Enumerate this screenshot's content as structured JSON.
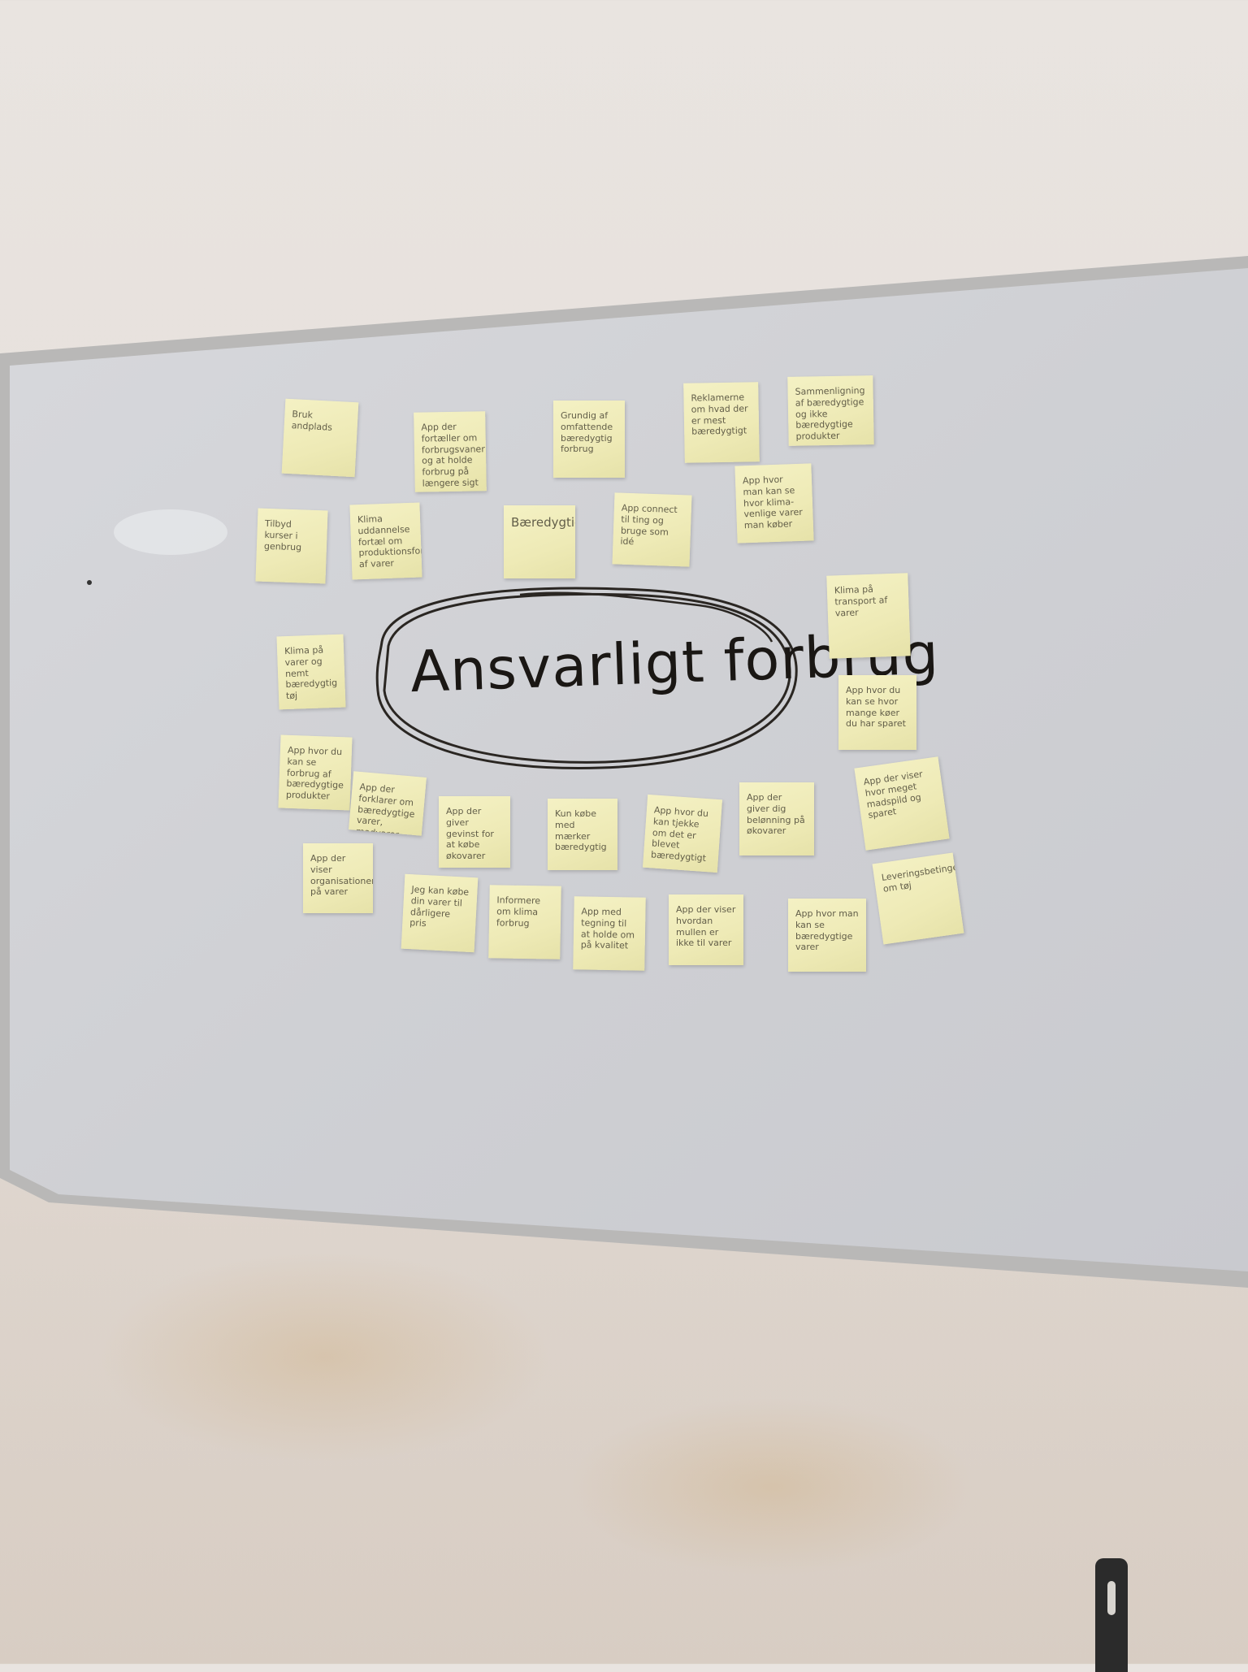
{
  "board": {
    "title": "Ansvarligt forbrug"
  },
  "notes": [
    "Bruk andplads",
    "App der fortæller om forbrugsvaner og at holde forbrug på længere sigt",
    "Grundig af omfattende bæredygtig forbrug",
    "Reklamerne om hvad der er mest bæredygtigt",
    "Sammenligning af bæredygtige og ikke bæredygtige produkter",
    "Tilbyd kurser i genbrug",
    "Klima uddannelse fortæl om produktionsforbruget af varer",
    "Bæredygtighed",
    "App connect til ting og bruge som idé",
    "App hvor man kan se hvor klima-venlige varer man køber",
    "Klima på transport af varer",
    "Klima på varer og nemt bæredygtig tøj",
    "App hvor du kan se hvor mange køer du har sparet",
    "App hvor du kan se forbrug af bæredygtige produkter",
    "App der forklarer om bæredygtige varer, madvarer, køb og andet",
    "App der giver gevinst for at købe økovarer",
    "Kun købe med mærker bæredygtig",
    "App hvor du kan tjekke om det er blevet bæredygtigt",
    "App der giver dig belønning på økovarer",
    "App der viser hvor meget madspild og sparet",
    "App der viser organisationer på varer",
    "Jeg kan købe din varer til dårligere pris",
    "Informere om klima forbrug",
    "App med tegning til at holde om på kvalitet",
    "App der viser hvordan mullen er ikke til varer",
    "App hvor man kan se bæredygtige varer",
    "Leveringsbetingelser om tøj"
  ]
}
